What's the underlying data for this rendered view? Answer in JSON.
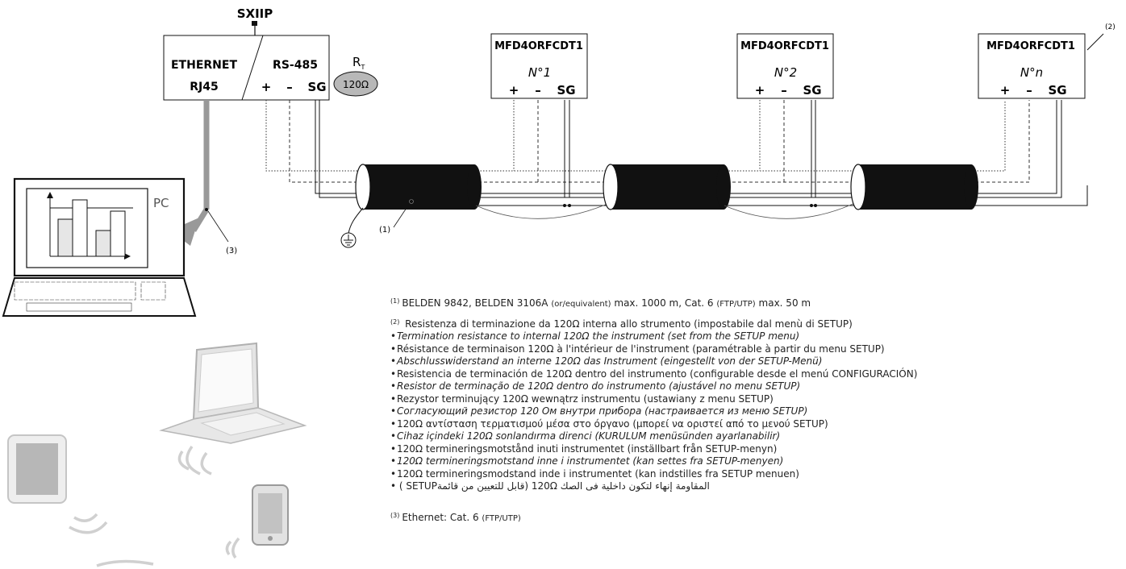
{
  "diagram": {
    "gateway_name": "SXIIP",
    "gateway_eth_label": "ETHERNET",
    "gateway_rj_label": "RJ45",
    "gateway_rs_label": "RS-485",
    "gateway_terms": [
      "+",
      "–",
      "SG"
    ],
    "rt_label": "R",
    "rt_sub": "T",
    "rt_value": "120Ω",
    "pc_label": "PC",
    "devices": [
      {
        "model": "MFD4ORFCDT1",
        "number": "N°1"
      },
      {
        "model": "MFD4ORFCDT1",
        "number": "N°2"
      },
      {
        "model": "MFD4ORFCDT1",
        "number": "N°n"
      }
    ],
    "device_terms": [
      "+",
      "–",
      "SG"
    ],
    "ref1": "(1)",
    "ref2": "(2)",
    "ref3": "(3)"
  },
  "notes": {
    "n1_sup": "(1)",
    "n1_a": "BELDEN 9842, BELDEN 3106A ",
    "n1_b": "(or/equivalent)",
    "n1_c": " max. 1000 m, Cat. 6 ",
    "n1_d": "(FTP/UTP)",
    "n1_e": " max. 50 m",
    "n2_sup": "(2)",
    "n2_head": "Resistenza di terminazione da 120Ω interna allo strumento (impostabile dal menù di SETUP)",
    "n2_lines": [
      "Termination resistance to internal 120Ω the instrument (set from the SETUP menu)",
      "Résistance de terminaison 120Ω à l'intérieur de l'instrument (paramétrable à partir du menu SETUP)",
      "Abschlusswiderstand an interne 120Ω das Instrument (eingestellt von der SETUP-Menü)",
      "Resistencia de terminación de 120Ω dentro del instrumento (configurable desde el menú CONFIGURACIÓN)",
      "Resistor de terminação de 120Ω dentro do instrumento (ajustável no menu SETUP)",
      "Rezystor terminujący 120Ω wewnątrz instrumentu (ustawiany z menu SETUP)",
      "Согласующий резистор 120 Ом внутри прибора (настраивается из меню SETUP)",
      "120Ω αντίσταση τερματισμού μέσα στο όργανο (μπορεί να οριστεί από το μενού SETUP)",
      "Cihaz içindeki 120Ω sonlandırma direnci (KURULUM menüsünden ayarlanabilir)",
      "120Ω termineringsmotstånd inuti instrumentet (inställbart från SETUP-menyn)",
      "120Ω termineringsmotstand inne i instrumentet (kan settes fra SETUP-menyen)",
      "120Ω termineringsmodstand inde i instrumentet (kan indstilles fra SETUP menuen)",
      "المقاومة إنهاء لتكون داخلية فى الصك 120Ω (قابل للتعيين من قائمةSETUP )"
    ],
    "n3_sup": "(3)",
    "n3_a": "Ethernet: Cat. 6 ",
    "n3_b": "(FTP/UTP)"
  }
}
